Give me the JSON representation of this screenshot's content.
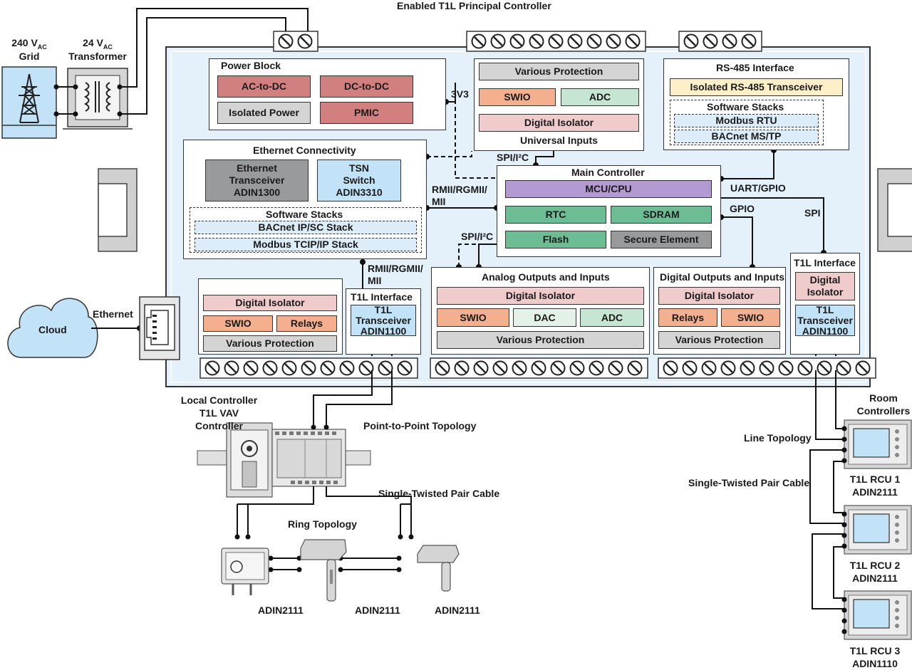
{
  "title": "Enabled T1L Principal Controller",
  "grid": {
    "line1": "240 V",
    "sub": "AC",
    "line2": "Grid"
  },
  "transformer": {
    "line1": "24 V",
    "sub": "AC",
    "line2": "Transformer"
  },
  "power_block": {
    "title": "Power Block",
    "items": [
      "AC-to-DC",
      "DC-to-DC",
      "Isolated Power",
      "PMIC"
    ]
  },
  "label_3v3": "3V3",
  "universal_inputs": {
    "title": "Universal Inputs",
    "protection": "Various Protection",
    "swio": "SWIO",
    "adc": "ADC",
    "isolator": "Digital Isolator"
  },
  "rs485": {
    "title": "RS-485 Interface",
    "transceiver": "Isolated RS-485 Transceiver",
    "stacks_title": "Software Stacks",
    "stacks": [
      "Modbus RTU",
      "BACnet MS/TP"
    ]
  },
  "ethernet_conn": {
    "title": "Ethernet Connectivity",
    "transceiver": [
      "Ethernet",
      "Transceiver",
      "ADIN1300"
    ],
    "switch": [
      "TSN",
      "Switch",
      "ADIN3310"
    ],
    "stacks_title": "Software Stacks",
    "stacks": [
      "BACnet IP/SC Stack",
      "Modbus TCIP/IP Stack"
    ]
  },
  "main_controller": {
    "title": "Main Controller",
    "mcu": "MCU/CPU",
    "rtc": "RTC",
    "sdram": "SDRAM",
    "flash": "Flash",
    "secure": "Secure Element"
  },
  "bus_labels": {
    "spi_i2c_top": "SPI/I²C",
    "rmii_1": [
      "RMII/RGMII/",
      "MII"
    ],
    "spi_i2c_mid": "SPI/I²C",
    "rmii_2": [
      "RMII/RGMII/",
      "MII"
    ],
    "uart": "UART/GPIO",
    "gpio": "GPIO",
    "spi": "SPI"
  },
  "left_io": {
    "isolator": "Digital Isolator",
    "swio": "SWIO",
    "relays": "Relays",
    "protection": "Various Protection"
  },
  "t1l_left": {
    "title": "T1L Interface",
    "transceiver": [
      "T1L",
      "Transceiver",
      "ADIN1100"
    ]
  },
  "analog_io": {
    "title": "Analog Outputs and Inputs",
    "isolator": "Digital Isolator",
    "swio": "SWIO",
    "dac": "DAC",
    "adc": "ADC",
    "protection": "Various Protection"
  },
  "digital_io": {
    "title": "Digital Outputs and Inputs",
    "isolator": "Digital Isolator",
    "relays": "Relays",
    "swio": "SWIO",
    "protection": "Various Protection"
  },
  "t1l_right": {
    "title": "T1L Interface",
    "isolator": [
      "Digital",
      "Isolator"
    ],
    "transceiver": [
      "T1L",
      "Transceiver",
      "ADIN1100"
    ]
  },
  "cloud": "Cloud",
  "ethernet_label": "Ethernet",
  "local_controller": [
    "Local Controller",
    "T1L VAV Controller"
  ],
  "p2p_topology": "Point-to-Point Topology",
  "stp_cable_left": "Single-Twisted Pair Cable",
  "ring_topology": "Ring Topology",
  "sensors": [
    "ADIN2111",
    "ADIN2111",
    "ADIN2111"
  ],
  "room_controllers_title": [
    "Room",
    "Controllers"
  ],
  "line_topology": "Line Topology",
  "stp_cable_right": "Single-Twisted Pair Cable",
  "rcus": [
    {
      "name": "T1L RCU 1",
      "chip": "ADIN2111"
    },
    {
      "name": "T1L RCU 2",
      "chip": "ADIN2111"
    },
    {
      "name": "T1L RCU 3",
      "chip": "ADIN1110"
    }
  ],
  "colors": {
    "board_bg": "#e4f1fa",
    "red_block": "#d27f7f",
    "teal_block": "#6dbd94",
    "purple_block": "#b49ad3",
    "orange_block": "#f4af8f"
  }
}
